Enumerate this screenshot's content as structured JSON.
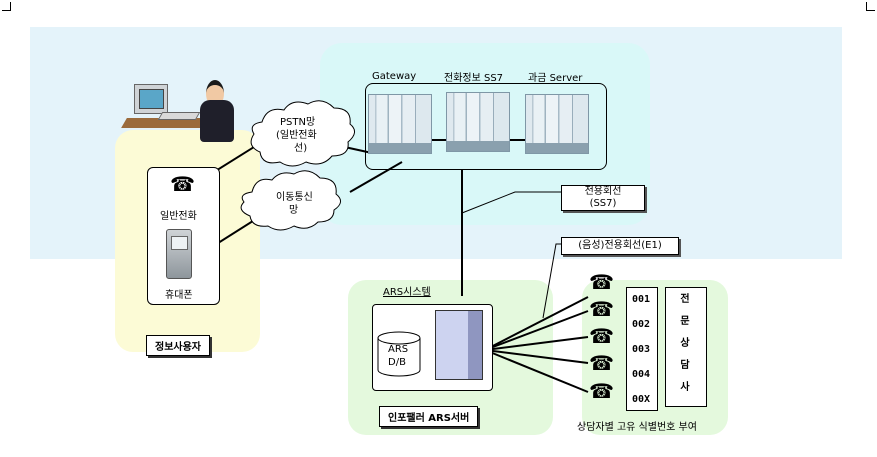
{
  "servers": {
    "gateway": "Gateway",
    "ss7": "전화정보 SS7",
    "billing": "과금 Server"
  },
  "clouds": {
    "pstn": [
      "PSTN망",
      "(일반전화",
      "선)"
    ],
    "mobile": [
      "이동통신",
      "망"
    ]
  },
  "devices": {
    "landline": "일반전화",
    "mobile": "휴대폰"
  },
  "user_group_label": "정보사용자",
  "dedicated_line": [
    "전용회선",
    "(SS7)"
  ],
  "voice_line": "(음성)전용회선(E1)",
  "ars": {
    "system_label": "ARS시스템",
    "db_label": [
      "ARS",
      "D/B"
    ],
    "server_label": "인포팰러 ARS서버"
  },
  "counselor": {
    "codes": [
      "001",
      "002",
      "003",
      "004",
      "00X"
    ],
    "vertical_label": [
      "전",
      "문",
      "상",
      "담",
      "사"
    ],
    "caption": "상담자별 고유 식별번호 부여"
  },
  "colors": {
    "sky_band": "#e3f3fa",
    "cyan_zone": "#dcf9f9",
    "yellow_zone": "#fcfbd8",
    "green_zone": "#e6fae0"
  }
}
